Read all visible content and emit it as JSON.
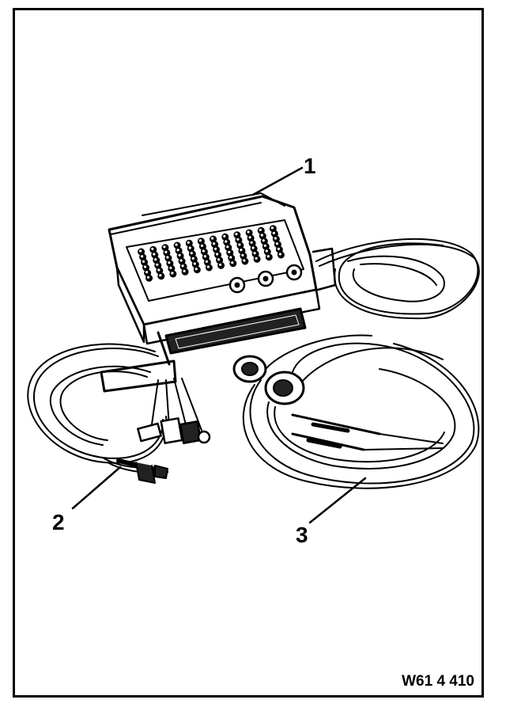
{
  "diagram": {
    "callouts": [
      {
        "id": "1",
        "label": "1"
      },
      {
        "id": "2",
        "label": "2"
      },
      {
        "id": "3",
        "label": "3"
      }
    ],
    "figure_id": "W61 4 410"
  }
}
